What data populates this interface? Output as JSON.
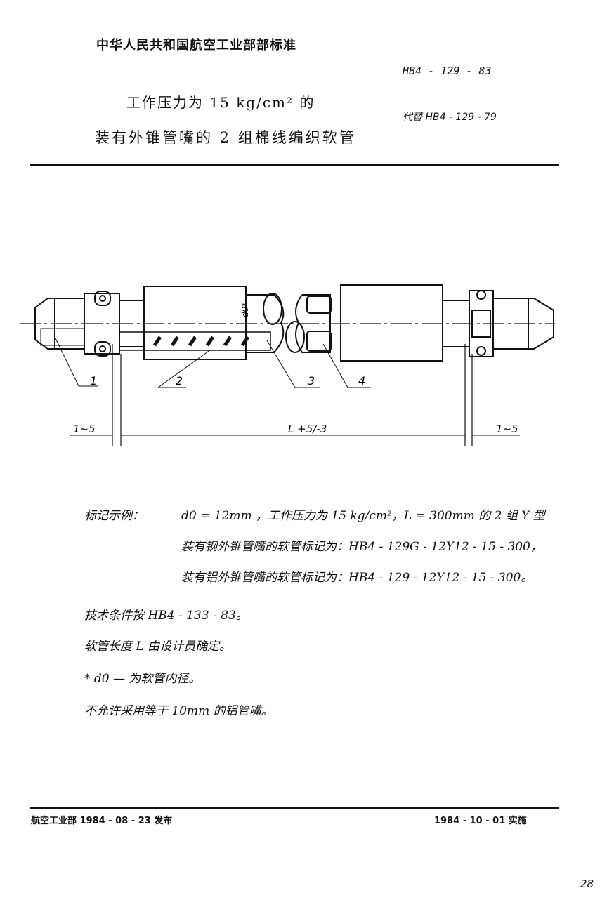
{
  "header": {
    "organization": "中华人民共和国航空工业部部标准",
    "standard_code": "HB4 - 129 - 83",
    "replaces": "代替 HB4 - 129 - 79",
    "title_line1": "工作压力为 15 kg/cm² 的",
    "title_line2": "装有外锥管嘴的 2 组棉线编织软管"
  },
  "drawing": {
    "part_labels": [
      "1",
      "2",
      "3",
      "4"
    ],
    "d0_label": "d0*",
    "dim_left": "1~5",
    "dim_center": "L +5/-3",
    "dim_right": "1~5"
  },
  "notes": {
    "example_label": "标记示例：",
    "example_line1": "d0 = 12mm ，工作压力为 15 kg/cm²，L = 300mm 的 2 组 Y 型",
    "example_line2": "装有钢外锥管嘴的软管标记为：HB4 - 129G - 12Y12 - 15 - 300，",
    "example_line3": "装有铝外锥管嘴的软管标记为：HB4 - 129 - 12Y12 - 15 - 300。",
    "tech": "技术条件按  HB4 - 133 - 83。",
    "length": "软管长度 L 由设计员确定。",
    "d0_note": "* d0 — 为软管内径。",
    "no_al": "不允许采用等于 10mm 的铝管嘴。"
  },
  "footer": {
    "issued": "航空工业部 1984 - 08 - 23 发布",
    "effective": "1984 - 10 - 01 实施",
    "page_number": "28"
  }
}
